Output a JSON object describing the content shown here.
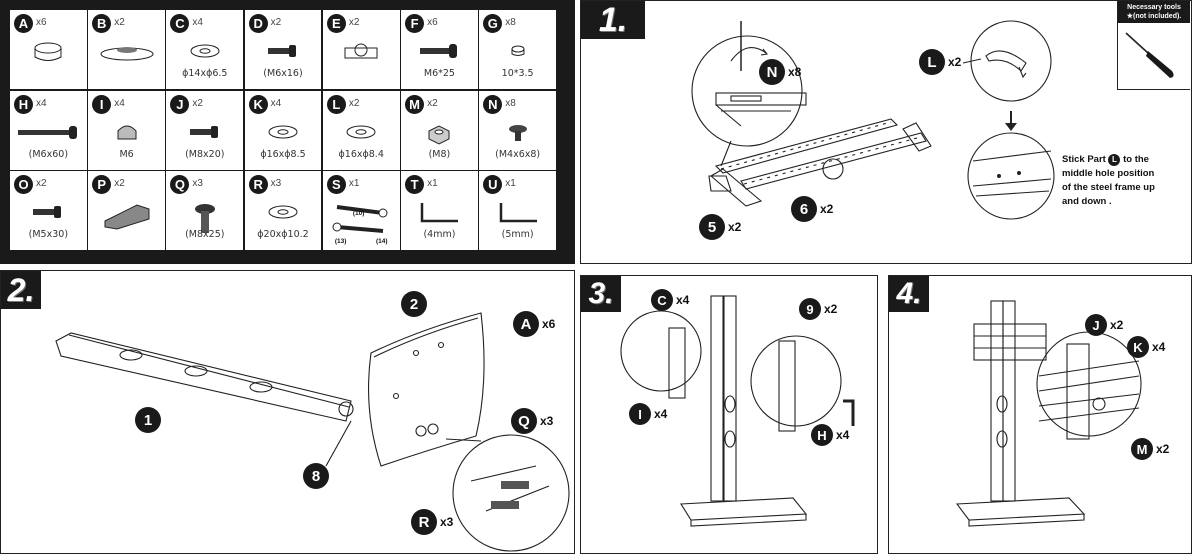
{
  "parts": [
    {
      "letter": "A",
      "qty": "x6",
      "spec": "",
      "icon": "cap-icon"
    },
    {
      "letter": "B",
      "qty": "x2",
      "spec": "",
      "icon": "cover-icon"
    },
    {
      "letter": "C",
      "qty": "x4",
      "spec": "ɸ14xɸ6.5",
      "icon": "washer-icon"
    },
    {
      "letter": "D",
      "qty": "x2",
      "spec": "(M6x16)",
      "icon": "screw-icon"
    },
    {
      "letter": "E",
      "qty": "x2",
      "spec": "",
      "icon": "clamp-icon"
    },
    {
      "letter": "F",
      "qty": "x6",
      "spec": "M6*25",
      "icon": "bolt-icon"
    },
    {
      "letter": "G",
      "qty": "x8",
      "spec": "10*3.5",
      "icon": "spacer-icon"
    },
    {
      "letter": "H",
      "qty": "x4",
      "spec": "(M6x60)",
      "icon": "long-bolt-icon"
    },
    {
      "letter": "I",
      "qty": "x4",
      "spec": "M6",
      "icon": "cap-nut-icon"
    },
    {
      "letter": "J",
      "qty": "x2",
      "spec": "(M8x20)",
      "icon": "screw-icon"
    },
    {
      "letter": "K",
      "qty": "x4",
      "spec": "ɸ16xɸ8.5",
      "icon": "washer-icon"
    },
    {
      "letter": "L",
      "qty": "x2",
      "spec": "ɸ16xɸ8.4",
      "icon": "washer-icon"
    },
    {
      "letter": "M",
      "qty": "x2",
      "spec": "(M8)",
      "icon": "nut-icon"
    },
    {
      "letter": "N",
      "qty": "x8",
      "spec": "(M4x6x8)",
      "icon": "small-screw-icon"
    },
    {
      "letter": "O",
      "qty": "x2",
      "spec": "(M5x30)",
      "icon": "screw-icon"
    },
    {
      "letter": "P",
      "qty": "x2",
      "spec": "",
      "icon": "bracket-icon"
    },
    {
      "letter": "Q",
      "qty": "x3",
      "spec": "(M8x25)",
      "icon": "hex-bolt-icon"
    },
    {
      "letter": "R",
      "qty": "x3",
      "spec": "ɸ20xɸ10.2",
      "icon": "washer-icon"
    },
    {
      "letter": "S",
      "qty": "x1",
      "spec": "",
      "icon": "wrench-icon"
    },
    {
      "letter": "T",
      "qty": "x1",
      "spec": "(4mm)",
      "icon": "allen-key-icon"
    },
    {
      "letter": "U",
      "qty": "x1",
      "spec": "(5mm)",
      "icon": "allen-key-icon"
    }
  ],
  "wrench_sizes": [
    "(10)",
    "(13)",
    "(14)"
  ],
  "steps": {
    "s1": {
      "label": "1.",
      "callouts": [
        {
          "id": "N",
          "qty": "x8"
        },
        {
          "id": "L",
          "qty": "x2"
        },
        {
          "id": "5",
          "qty": "x2"
        },
        {
          "id": "6",
          "qty": "x2"
        }
      ],
      "tools_note": "Necessary tools ★(not included).",
      "instruction_lines": [
        "Stick Part",
        "to the",
        "middle hole position",
        "of the steel frame up",
        "and down ."
      ],
      "instruction_part": "L"
    },
    "s2": {
      "label": "2.",
      "callouts": [
        {
          "id": "2",
          "qty": ""
        },
        {
          "id": "A",
          "qty": "x6"
        },
        {
          "id": "1",
          "qty": ""
        },
        {
          "id": "8",
          "qty": ""
        },
        {
          "id": "Q",
          "qty": "x3"
        },
        {
          "id": "R",
          "qty": "x3"
        }
      ]
    },
    "s3": {
      "label": "3.",
      "callouts": [
        {
          "id": "C",
          "qty": "x4"
        },
        {
          "id": "I",
          "qty": "x4"
        },
        {
          "id": "9",
          "qty": "x2"
        },
        {
          "id": "H",
          "qty": "x4"
        }
      ]
    },
    "s4": {
      "label": "4.",
      "callouts": [
        {
          "id": "J",
          "qty": "x2"
        },
        {
          "id": "K",
          "qty": "x4"
        },
        {
          "id": "M",
          "qty": "x2"
        }
      ]
    }
  }
}
